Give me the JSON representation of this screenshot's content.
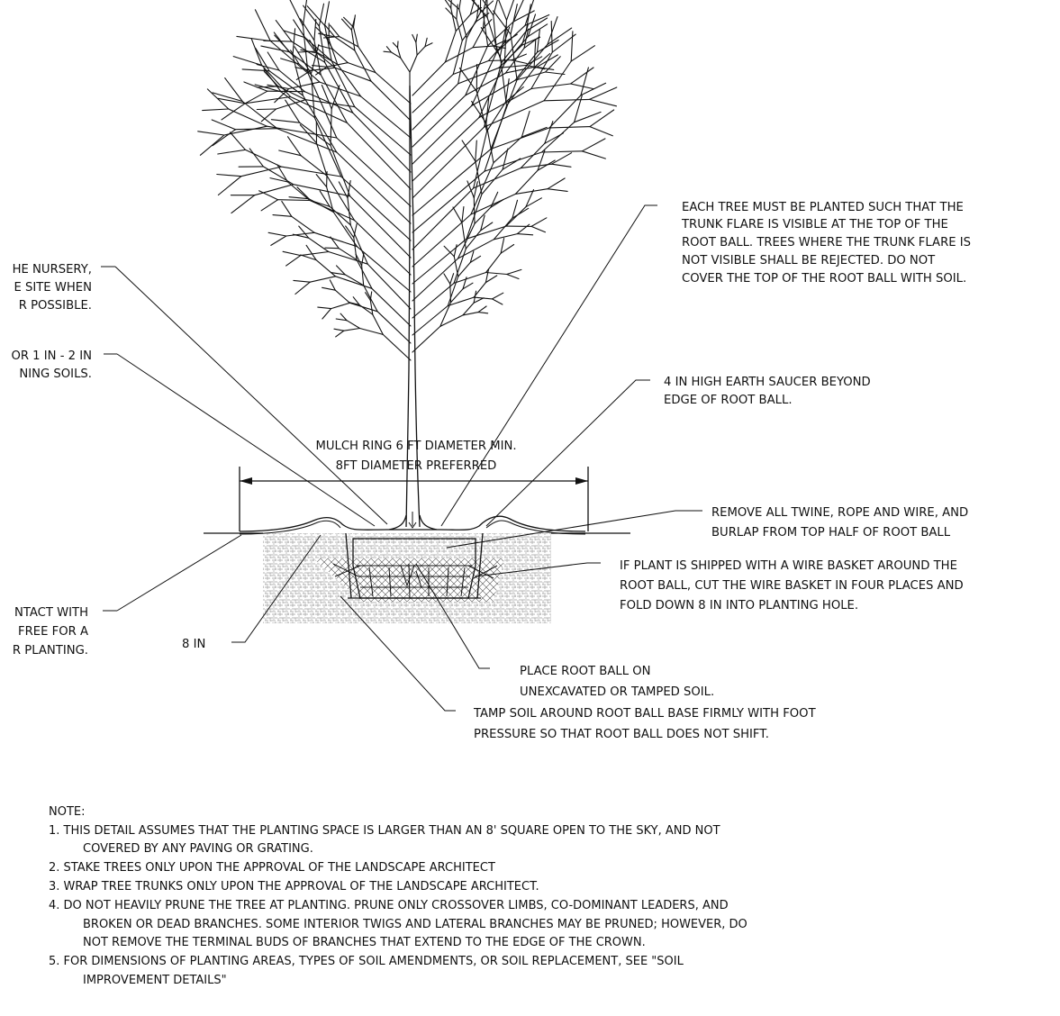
{
  "callouts": {
    "trunk_flare": [
      "EACH TREE MUST BE PLANTED SUCH THAT THE",
      "TRUNK FLARE IS VISIBLE AT THE TOP OF THE",
      "ROOT BALL. TREES WHERE THE TRUNK FLARE IS",
      "NOT VISIBLE SHALL BE REJECTED. DO NOT",
      "COVER THE TOP OF THE ROOT BALL WITH SOIL."
    ],
    "nursery": [
      "HE NURSERY,",
      "E SITE WHEN",
      "R POSSIBLE."
    ],
    "mulch_depth": [
      "OR 1 IN - 2 IN",
      "NING SOILS."
    ],
    "earth_saucer": [
      "4 IN HIGH EARTH SAUCER BEYOND",
      "EDGE OF ROOT BALL."
    ],
    "mulch_ring": [
      "MULCH RING 6 FT DIAMETER MIN.",
      "8FT DIAMETER PREFERRED"
    ],
    "remove_twine": [
      "REMOVE ALL TWINE, ROPE AND WIRE, AND",
      "BURLAP FROM TOP HALF OF ROOT BALL"
    ],
    "wire_basket": [
      "IF PLANT IS SHIPPED WITH A WIRE BASKET AROUND THE",
      "ROOT BALL, CUT THE WIRE BASKET IN FOUR PLACES AND",
      "FOLD DOWN 8 IN INTO PLANTING HOLE."
    ],
    "contact": [
      "NTACT WITH",
      "FREE FOR A",
      "R PLANTING."
    ],
    "depth_label": "8 IN",
    "place_root_ball": [
      "PLACE ROOT BALL ON",
      "UNEXCAVATED OR TAMPED SOIL."
    ],
    "tamp_soil": [
      "TAMP SOIL AROUND ROOT BALL BASE FIRMLY WITH FOOT",
      "PRESSURE SO THAT ROOT BALL DOES NOT SHIFT."
    ]
  },
  "notes": {
    "heading": "NOTE:",
    "lines": [
      "1. THIS DETAIL ASSUMES THAT THE PLANTING SPACE IS LARGER THAN AN 8' SQUARE OPEN TO THE SKY, AND NOT",
      "COVERED BY ANY PAVING OR GRATING.",
      "2. STAKE TREES ONLY UPON THE APPROVAL OF THE LANDSCAPE ARCHITECT",
      "3. WRAP TREE TRUNKS ONLY UPON THE APPROVAL OF THE LANDSCAPE ARCHITECT.",
      "4. DO NOT HEAVILY PRUNE THE TREE AT PLANTING. PRUNE ONLY CROSSOVER LIMBS, CO-DOMINANT LEADERS, AND",
      "BROKEN OR DEAD BRANCHES. SOME INTERIOR TWIGS AND LATERAL BRANCHES MAY BE PRUNED; HOWEVER, DO",
      "NOT REMOVE THE TERMINAL BUDS OF BRANCHES THAT EXTEND TO THE EDGE OF THE CROWN.",
      "5. FOR DIMENSIONS OF PLANTING AREAS, TYPES OF SOIL AMENDMENTS, OR SOIL REPLACEMENT, SEE \"SOIL",
      "IMPROVEMENT DETAILS\""
    ]
  }
}
